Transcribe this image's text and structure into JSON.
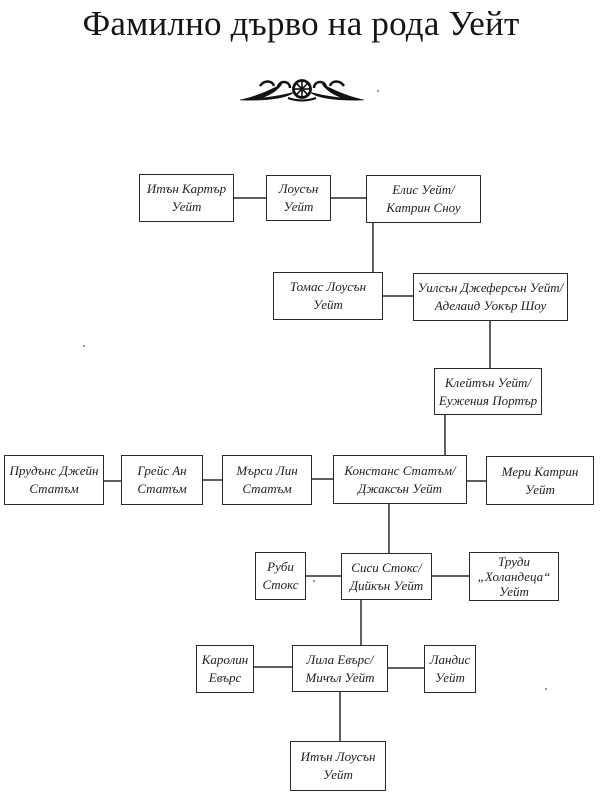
{
  "page": {
    "title": "Фамилно дърво на рода Уейт",
    "ornament_icon": "decorative-fleuron"
  },
  "tree": {
    "people": {
      "ethan_carter": {
        "line1": "Итън Картър",
        "line2": "Уейт"
      },
      "lawson": {
        "line1": "Лоусън",
        "line2": "Уейт"
      },
      "ellis_katherine": {
        "line1": "Елис Уейт/",
        "line2": "Катрин Сноу"
      },
      "thomas_lawson": {
        "line1": "Томас Лоусън",
        "line2": "Уейт"
      },
      "wilson_adelaide": {
        "line1": "Уилсън Джеферсън Уейт/",
        "line2": "Аделаид Уокър Шоу"
      },
      "clayton_eugenia": {
        "line1": "Клейтън Уейт/",
        "line2": "Еужения Портър"
      },
      "prudence": {
        "line1": "Прудънс Джейн",
        "line2": "Статъм"
      },
      "grace": {
        "line1": "Грейс Ан",
        "line2": "Статъм"
      },
      "marcy": {
        "line1": "Мърси Лин",
        "line2": "Статъм"
      },
      "constance_jackson": {
        "line1": "Констанс Статъм/",
        "line2": "Джаксън Уейт"
      },
      "mary_katherine": {
        "line1": "Мери Катрин",
        "line2": "Уейт"
      },
      "ruby": {
        "line1": "Руби",
        "line2": "Стокс"
      },
      "sissy_deacon": {
        "line1": "Сиси Стокс/",
        "line2": "Дийкън Уейт"
      },
      "trudy": {
        "line1": "Труди",
        "line2": "„Холандеца“",
        "line3": "Уейт"
      },
      "caroline": {
        "line1": "Каролин",
        "line2": "Евърс"
      },
      "lila_mitchell": {
        "line1": "Лила Евърс/",
        "line2": "Мичъл Уейт"
      },
      "landis": {
        "line1": "Ландис",
        "line2": "Уейт"
      },
      "ethan_lawson": {
        "line1": "Итън Лоусън",
        "line2": "Уейт"
      }
    }
  }
}
